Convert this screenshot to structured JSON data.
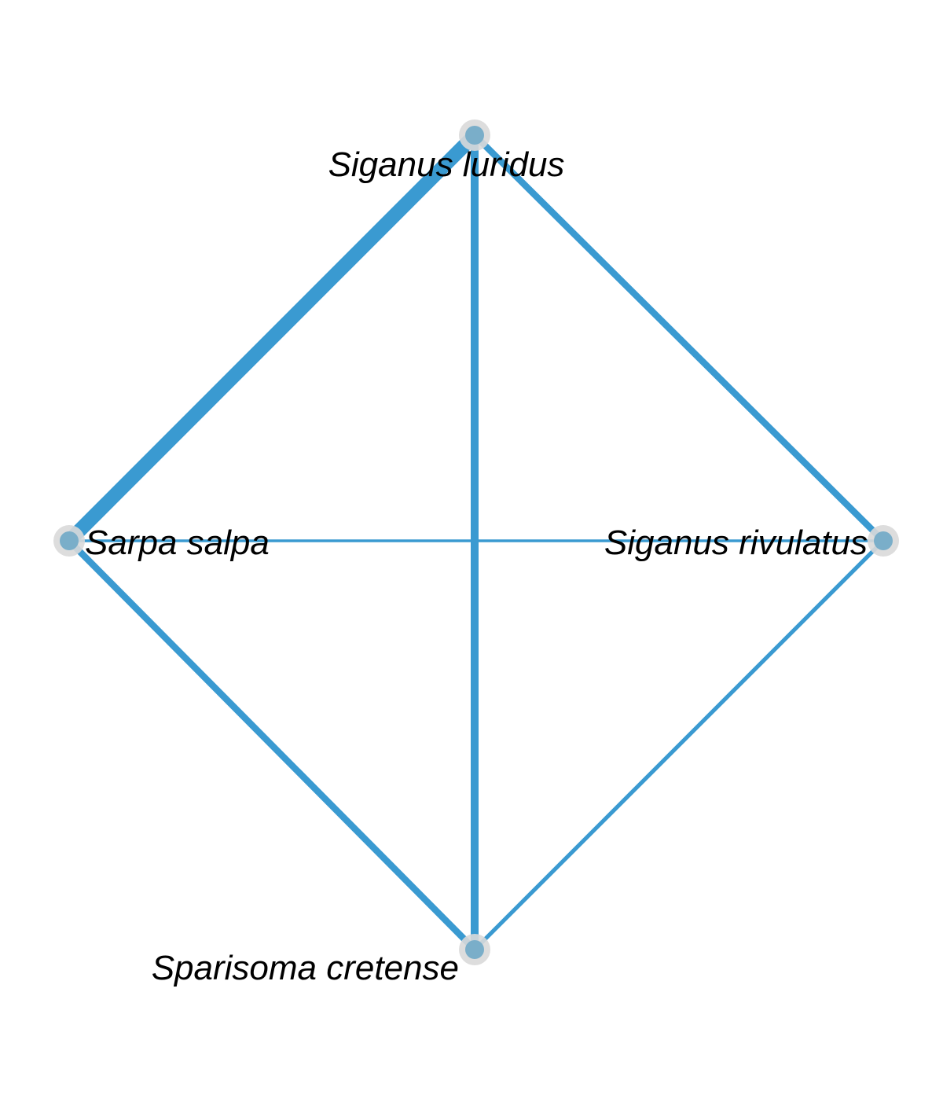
{
  "colors": {
    "edge": "#3a9ad1",
    "node_halo": "#d9d9d9",
    "node_core": "#7aaec9",
    "label": "#000000",
    "background": "#ffffff"
  },
  "nodes": [
    {
      "id": "siganus-luridus",
      "label": "Siganus luridus"
    },
    {
      "id": "sarpa-salpa",
      "label": "Sarpa salpa"
    },
    {
      "id": "siganus-rivulatus",
      "label": "Siganus rivulatus"
    },
    {
      "id": "sparisoma-cretense",
      "label": "Sparisoma cretense"
    }
  ],
  "edges": [
    {
      "source": "siganus-luridus",
      "target": "sarpa-salpa",
      "weight": 5
    },
    {
      "source": "siganus-luridus",
      "target": "siganus-rivulatus",
      "weight": 2
    },
    {
      "source": "siganus-luridus",
      "target": "sparisoma-cretense",
      "weight": 2.5
    },
    {
      "source": "sarpa-salpa",
      "target": "siganus-rivulatus",
      "weight": 0.5
    },
    {
      "source": "sarpa-salpa",
      "target": "sparisoma-cretense",
      "weight": 2
    },
    {
      "source": "siganus-rivulatus",
      "target": "sparisoma-cretense",
      "weight": 1
    }
  ]
}
